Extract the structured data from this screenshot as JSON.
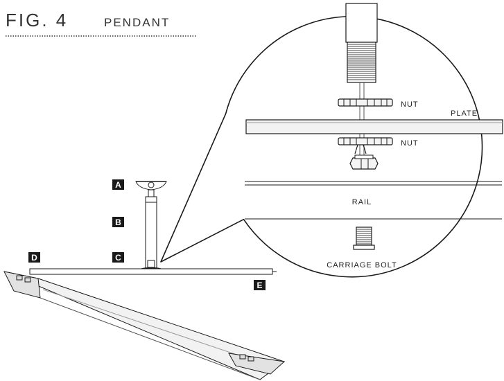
{
  "figure": {
    "number_label": "FIG. 4",
    "title": "PENDANT"
  },
  "tags": {
    "a": "A",
    "b": "B",
    "c": "C",
    "d": "D",
    "e": "E"
  },
  "detail": {
    "nut_top": "NUT",
    "plate": "PLATE",
    "nut_bottom": "NUT",
    "rail": "RAIL",
    "carriage_bolt": "CARRIAGE BOLT"
  },
  "colors": {
    "line": "#1a1a1a",
    "tag_bg": "#1a1a1a",
    "tag_text": "#ffffff",
    "fixture_light": "#f2f2f2",
    "fixture_dark": "#cfcfcf"
  }
}
